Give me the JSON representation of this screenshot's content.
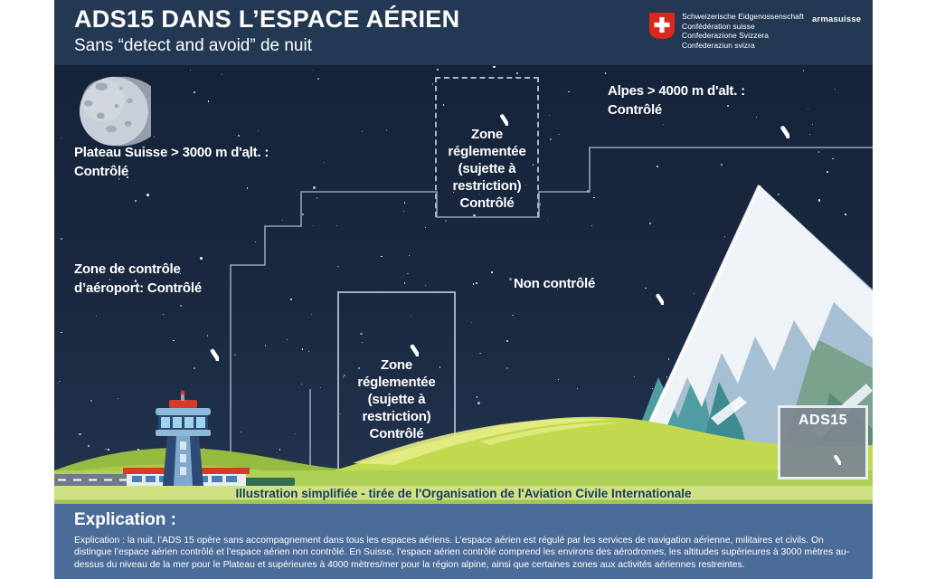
{
  "header": {
    "title": "ADS15 DANS L’ESPACE AÉRIEN",
    "subtitle": "Sans “detect and avoid” de nuit",
    "confederation": [
      "Schweizerische Eidgenossenschaft",
      "Confédération suisse",
      "Confederazione Svizzera",
      "Confederaziun svizra"
    ],
    "brand": "armasuisse"
  },
  "labels": {
    "plateau": "Plateau Suisse > 3000 m d'alt. :\nContrôlé",
    "alpes": "Alpes > 4000 m d'alt. :\nContrôlé",
    "airport_zone": "Zone de contrôle\nd’aéroport: Contrôlé",
    "uncontrolled": "Non contrôlé"
  },
  "zones": {
    "upper_restricted": "Zone\nréglementée\n(sujette à\nrestriction)\nContrôlé",
    "lower_restricted": "Zone\nréglementée\n(sujette à\nrestriction)\nContrôlé"
  },
  "badge": {
    "label": "ADS15"
  },
  "caption": "Illustration simplifiée - tirée de l'Organisation de l'Aviation Civile Internationale",
  "explanation": {
    "heading": "Explication :",
    "body": "Explication : la nuit, l’ADS 15 opère sans accompagnement dans tous les espaces aériens. L’espace aérien est régulé par les services de navigation aérienne, militaires et civils. On distingue l’espace aérien contrôlé et l’espace aérien non contrôlé. En Suisse, l’espace aérien contrôlé comprend les environs des aérodromes, les altitudes supérieures à 3000 mètres au-dessus du niveau de la mer pour le Plateau et supérieures à 4000 mètres/mer pour la région alpine, ainsi que certaines zones aux activités aériennes restreintes."
  },
  "icons": {
    "aircraft": "aircraft-icon",
    "moon": "moon-icon",
    "swiss_coat_of_arms": "swiss-coat-of-arms-icon"
  },
  "colors": {
    "header_bg": "#233853",
    "sky_top": "#15233a",
    "sky_bottom": "#233450",
    "boundary_line": "#a8b5c7",
    "swiss_red": "#da291c",
    "hill_green": "#c2d84f",
    "caption_band": "#cfe183",
    "explain_bg": "#4b6c98",
    "badge_gray": "#7c8791",
    "snow_white": "#eef3f8",
    "mountain_teal": "#4f9da2",
    "caption_text": "#173a5e"
  }
}
